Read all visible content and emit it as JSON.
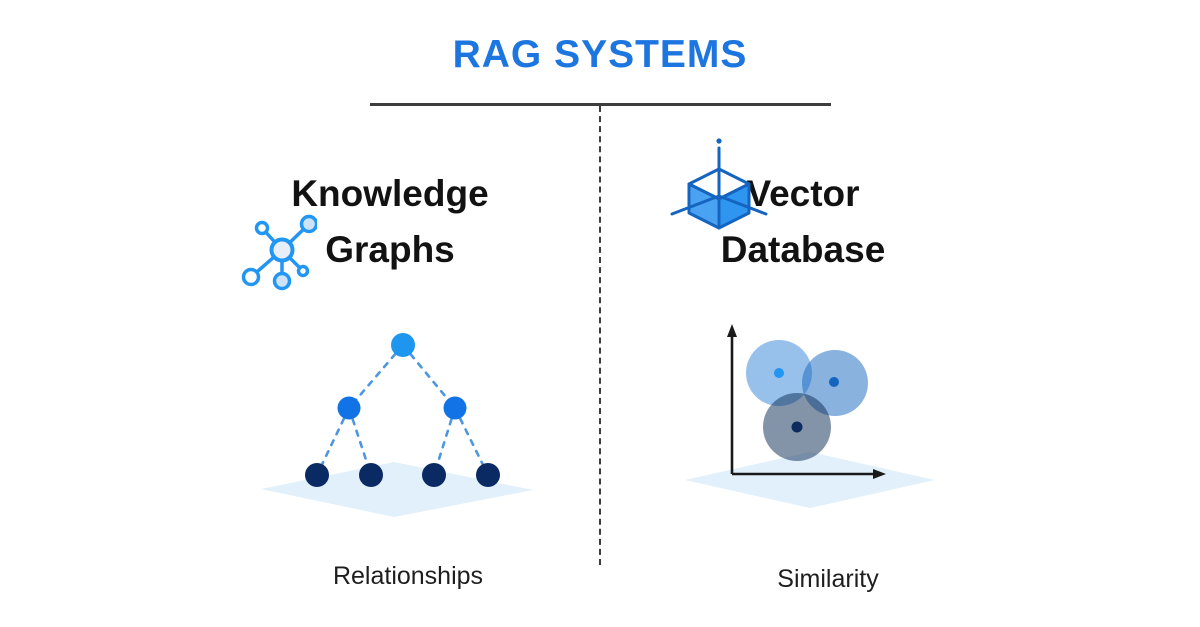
{
  "title": "RAG SYSTEMS",
  "left": {
    "heading_line1": "Knowledge",
    "heading_line2": "Graphs",
    "icon": "knowledge-graph-icon",
    "caption": "Relationships"
  },
  "right": {
    "heading_line1": "Vector",
    "heading_line2": "Database",
    "icon": "vector-cube-icon",
    "caption": "Similarity"
  },
  "colors": {
    "title_blue": "#1d76e0",
    "heading_text": "#121212",
    "caption_text": "#1e1e1e",
    "divider": "#3c3c3c",
    "icon_blue": "#2196f3",
    "icon_dark_blue": "#1565c0",
    "icon_face_light": "#4aa3f2",
    "icon_face_medium": "#2e96f1",
    "icon_node_fill": "#e8eef8",
    "icon_node_fill_blue": "#cfe3f8",
    "tree_node_top": "#1e96f0",
    "tree_node_mid": "#1273e6",
    "tree_node_leaf": "#0a2a64",
    "tree_edge": "#4d96e0",
    "platform": "#e1f0fa",
    "cluster_circle_1": "rgba(25,118,210,0.45)",
    "cluster_circle_2": "rgba(21,101,192,0.50)",
    "cluster_circle_3": "rgba(9,41,81,0.50)",
    "cluster_dot_1": "#2196f3",
    "cluster_dot_2": "#1565c0",
    "cluster_dot_3": "#0d2b5e",
    "axis": "#1a1a1a"
  }
}
